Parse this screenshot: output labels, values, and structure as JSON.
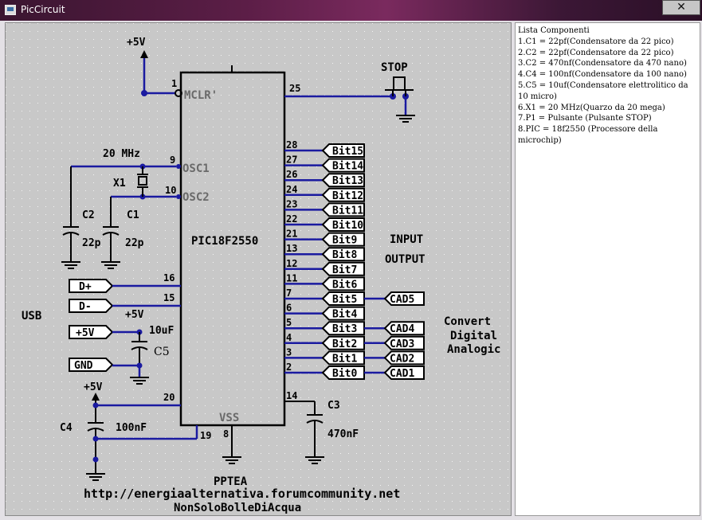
{
  "window": {
    "title": "PicCircuit",
    "close_glyph": "✕"
  },
  "schematic": {
    "pic_name": "PIC18F2550",
    "pins": {
      "mclr_num": "1",
      "mclr_label": "MCLR'",
      "osc1_num": "9",
      "osc1_label": "OSC1",
      "osc2_num": "10",
      "osc2_label": "OSC2",
      "dplus_num": "16",
      "dminus_num": "15",
      "vdd_num": "20",
      "vusb_num": "19",
      "vss_num": "8",
      "vss_label": "VSS",
      "stop_num": "25",
      "c3_num": "14"
    },
    "right_pins": [
      {
        "num": "28",
        "net": "Bit15"
      },
      {
        "num": "27",
        "net": "Bit14"
      },
      {
        "num": "26",
        "net": "Bit13"
      },
      {
        "num": "24",
        "net": "Bit12"
      },
      {
        "num": "23",
        "net": "Bit11"
      },
      {
        "num": "22",
        "net": "Bit10"
      },
      {
        "num": "21",
        "net": "Bit9"
      },
      {
        "num": "13",
        "net": "Bit8"
      },
      {
        "num": "12",
        "net": "Bit7"
      },
      {
        "num": "11",
        "net": "Bit6"
      },
      {
        "num": "7",
        "net": "Bit5"
      },
      {
        "num": "6",
        "net": "Bit4"
      },
      {
        "num": "5",
        "net": "Bit3"
      },
      {
        "num": "4",
        "net": "Bit2"
      },
      {
        "num": "3",
        "net": "Bit1"
      },
      {
        "num": "2",
        "net": "Bit0"
      }
    ],
    "cad": [
      "CAD5",
      "CAD4",
      "CAD3",
      "CAD2",
      "CAD1"
    ],
    "supply_1": "+5V",
    "supply_2": "+5V",
    "supply_3": "+5V",
    "crystal_freq": "20 MHz",
    "crystal_name": "X1",
    "c2_name": "C2",
    "c2_val": "22p",
    "c1_name": "C1",
    "c1_val": "22p",
    "c5_name": "C5",
    "c5_val": "10uF",
    "c4_name": "C4",
    "c4_val": "100nF",
    "c3_name": "C3",
    "c3_val": "470nF",
    "stop_label": "STOP",
    "usb_label": "USB",
    "usb_pins": {
      "dplus": "D+",
      "dminus": "D-",
      "vcc": "+5V",
      "gnd": "GND"
    },
    "io_label_1": "INPUT",
    "io_label_2": "OUTPUT",
    "dac_label_1": "Convert",
    "dac_label_2": "Digital",
    "dac_label_3": "Analogic",
    "footer_1": "PPTEA",
    "footer_2": "http://energiaalternativa.forumcommunity.net",
    "footer_3": "NonSoloBolleDiAcqua"
  },
  "components_list": {
    "heading": "Lista Componenti",
    "items": [
      "1.C1 = 22pf(Condensatore da 22 pico)",
      "2.C2 = 22pf(Condensatore da 22 pico)",
      "3.C2 = 470nf(Condensatore da 470 nano)",
      "4.C4 = 100nf(Condensatore da 100 nano)",
      "5.C5 = 10uf(Condensatore elettrolitico da 10 micro)",
      "6.X1 = 20 MHz(Quarzo da 20 mega)",
      "7.P1 = Pulsante (Pulsante STOP)",
      "8.PIC = 18f2550 (Processore della microchip)"
    ]
  },
  "colors": {
    "wire": "#1a1aa0",
    "ink": "#000000",
    "pin_label_grey": "#6a6a6a"
  }
}
